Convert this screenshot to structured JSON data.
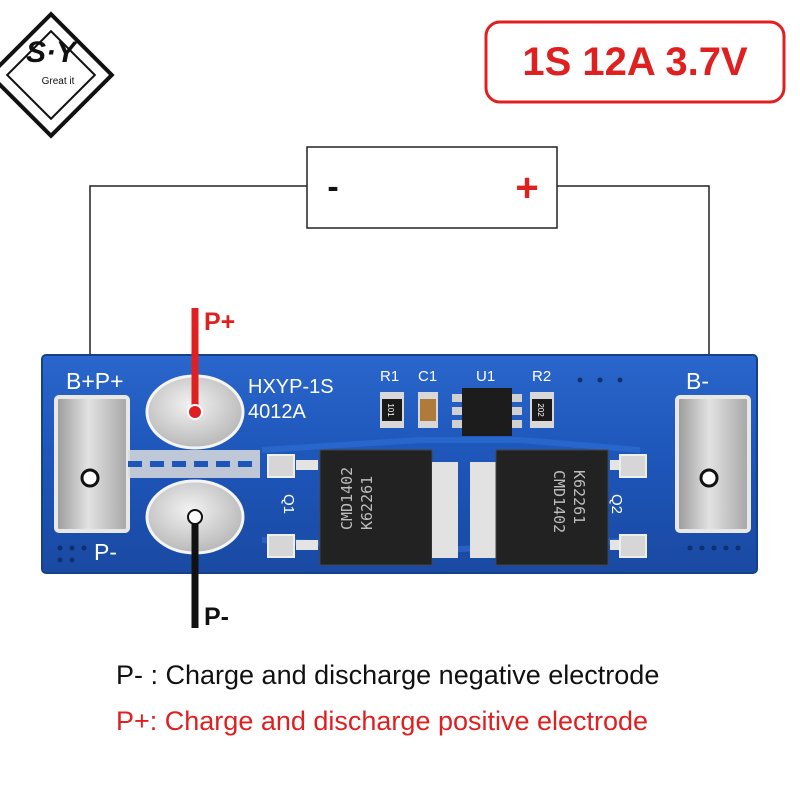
{
  "logo": {
    "monogram": "S·Y",
    "tagline": "Great it"
  },
  "spec_badge": "1S 12A 3.7V",
  "battery": {
    "minus": "-",
    "plus": "+"
  },
  "pcb": {
    "model_line1": "HXYP-1S",
    "model_line2": "4012A",
    "pad_left_label": "B+P+",
    "pad_right_label": "B-",
    "pad_pminus_label": "P-",
    "ref_r1": "R1",
    "ref_c1": "C1",
    "ref_u1": "U1",
    "ref_r2": "R2",
    "ref_q1": "Q1",
    "ref_q2": "Q2",
    "resistor_r1_code": "101",
    "resistor_r2_code": "202",
    "mosfet_part": "CMD1402",
    "mosfet_code": "K62261"
  },
  "wire_labels": {
    "p_plus": "P+",
    "p_minus": "P-"
  },
  "captions": {
    "negative": "P- : Charge and discharge negative electrode",
    "positive": "P+: Charge and discharge positive electrode"
  },
  "colors": {
    "accent_red": "#e02020",
    "pcb_blue": "#1d55b8",
    "pad_silver": "#c8c8c8"
  }
}
